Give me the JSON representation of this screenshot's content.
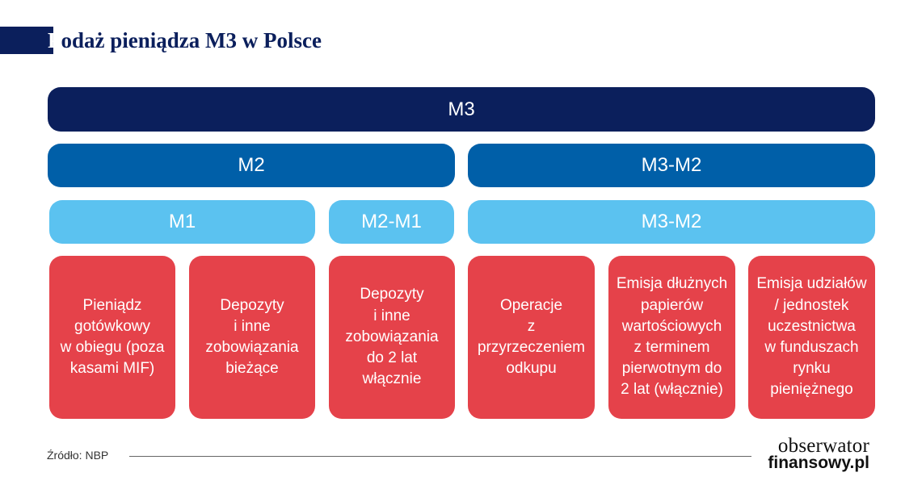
{
  "title": {
    "first_letter": "P",
    "rest": "odaż pieniądza M3 w Polsce"
  },
  "levels": {
    "m3": "M3",
    "m2": "M2",
    "m3_m2_top": "M3-M2",
    "m1": "M1",
    "m2_m1": "M2-M1",
    "m3_m2_mid": "M3-M2"
  },
  "components": [
    "Pieniądz\ngotówkowy\nw obiegu (poza\nkasami MIF)",
    "Depozyty\ni inne\nzobowiązania\nbieżące",
    "Depozyty\ni inne\nzobowiązania\ndo 2 lat\nwłącznie",
    "Operacje\nz\nprzyrzeczeniem\nodkupu",
    "Emisja dłużnych\npapierów\nwartościowych\nz terminem\npierwotnym do\n2 lat (włącznie)",
    "Emisja udziałów\n/ jednostek\nuczestnictwa\nw funduszach\nrynku\npieniężnego"
  ],
  "footer": {
    "source": "Źródło: NBP",
    "logo_top": "obserwator",
    "logo_bottom": "finansowy.pl"
  },
  "colors": {
    "navy": "#0b1f5c",
    "blue": "#005fa8",
    "light_blue": "#5bc2f0",
    "red": "#e5424a"
  }
}
